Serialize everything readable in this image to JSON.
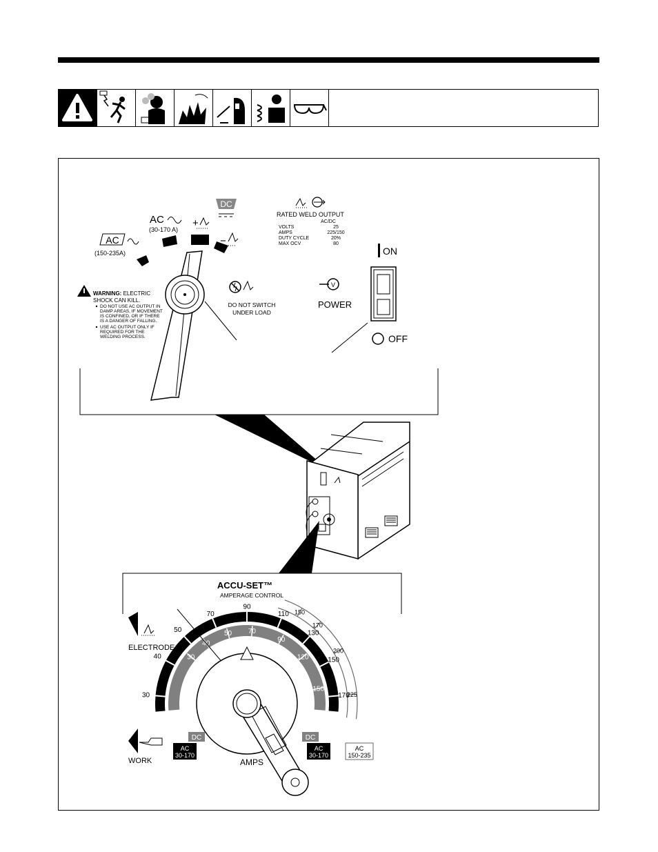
{
  "rated_output": {
    "title": "RATED WELD OUTPUT",
    "column_header": "AC/DC",
    "rows": [
      {
        "label": "VOLTS",
        "value": "25"
      },
      {
        "label": "AMPS",
        "value": "225/150"
      },
      {
        "label": "DUTY CYCLE",
        "value": "20%"
      },
      {
        "label": "MAX OCV",
        "value": "80"
      }
    ]
  },
  "selector": {
    "ac_high_label": "AC",
    "ac_high_range": "(150-235A)",
    "ac_low_label": "AC",
    "ac_low_range": "(30-170 A)",
    "dc_label": "DC",
    "dcep_sign": "+",
    "dcen_sign": "−"
  },
  "warning_label": {
    "title": "WARNING:",
    "title_rest": "ELECTRIC",
    "line2": "SHOCK CAN KILL.",
    "bullets": [
      [
        "DO NOT USE AC OUTPUT IN",
        "DAMP AREAS, IF MOVEMENT",
        "IS CONFINED, OR IF THERE",
        "IS A DANGER OF FALLING."
      ],
      [
        "USE AC OUTPUT ONLY IF",
        "REQUIRED FOR THE",
        "WELDING PROCESS."
      ]
    ]
  },
  "no_switch_label": [
    "DO NOT SWITCH",
    "UNDER LOAD"
  ],
  "power": {
    "label": "POWER",
    "on_label": "ON",
    "off_label": "OFF",
    "v_symbol": "V"
  },
  "accu_set": {
    "title": "ACCU-SET™",
    "subtitle": "AMPERAGE CONTROL",
    "electrode_label": "ELECTRODE",
    "work_label": "WORK",
    "amps_label": "AMPS",
    "outer_scale": [
      "30",
      "40",
      "50",
      "70",
      "90",
      "110",
      "130",
      "150",
      "170"
    ],
    "inner_scale": [
      "30",
      "40",
      "50",
      "70",
      "90",
      "120",
      "150"
    ],
    "ac_high_scale": [
      "150",
      "170",
      "200",
      "225"
    ],
    "dc_tag": "DC",
    "ac_low_tag": [
      "AC",
      "30-170"
    ],
    "ac_high_tag": [
      "AC",
      "150-235"
    ]
  },
  "colors": {
    "ink": "#000000",
    "gray_band": "#808080",
    "paper": "#ffffff",
    "light_scale": "#6a6a6a"
  }
}
